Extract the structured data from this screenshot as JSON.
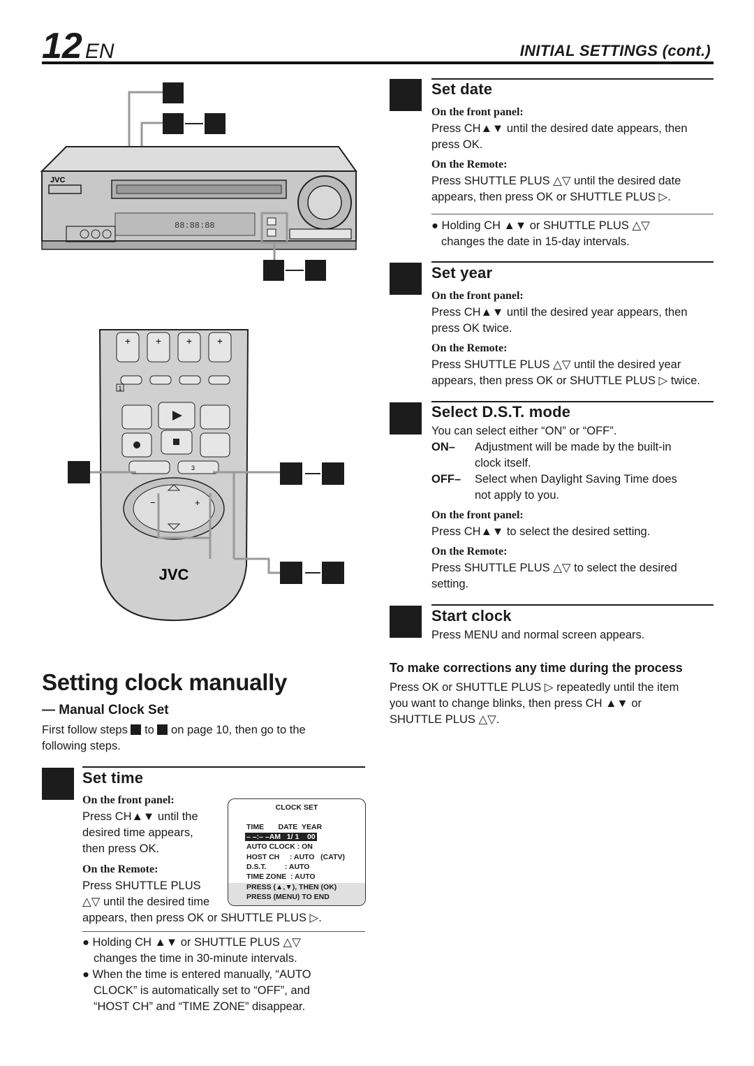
{
  "header": {
    "page_number": "12",
    "lang": "EN",
    "running_title": "INITIAL SETTINGS (cont.)"
  },
  "colors": {
    "ink": "#1a1a1a",
    "device": "#c8c8c8",
    "remote": "#d0d0d0"
  },
  "illustration": {
    "vcr_brand": "JVC",
    "remote_brand": "JVC",
    "remote_marker_1": "1",
    "remote_marker_3": "3"
  },
  "set_date": {
    "title": "Set date",
    "front_label": "On the front panel:",
    "front_text_1": "Press CH▲▼ until the desired date appears, then",
    "front_text_2": "press OK.",
    "remote_label": "On the Remote:",
    "remote_text_1": "Press SHUTTLE PLUS △▽ until the desired date",
    "remote_text_2": "appears, then press OK or SHUTTLE PLUS ▷.",
    "note_1": "● Holding CH ▲▼ or SHUTTLE PLUS △▽",
    "note_2": "changes the date in 15-day intervals."
  },
  "set_year": {
    "title": "Set year",
    "front_label": "On the front panel:",
    "front_text_1": "Press CH▲▼ until the desired year appears, then",
    "front_text_2": "press OK twice.",
    "remote_label": "On the Remote:",
    "remote_text_1": "Press SHUTTLE PLUS △▽ until the desired year",
    "remote_text_2": "appears, then press OK or SHUTTLE PLUS ▷ twice."
  },
  "dst": {
    "title": "Select D.S.T. mode",
    "intro": "You can select either “ON” or “OFF”.",
    "on_key": "ON–",
    "on_text_1": "Adjustment will be made by the built-in",
    "on_text_2": "clock itself.",
    "off_key": "OFF–",
    "off_text_1": "Select when Daylight Saving Time does",
    "off_text_2": "not apply to you.",
    "front_label": "On the front panel:",
    "front_text": "Press CH▲▼ to select the desired setting.",
    "remote_label": "On the Remote:",
    "remote_text_1": "Press SHUTTLE PLUS △▽ to select the desired",
    "remote_text_2": "setting."
  },
  "start_clock": {
    "title": "Start clock",
    "text": "Press MENU and normal screen appears."
  },
  "corrections": {
    "title": "To make corrections any time during the process",
    "text_1": "Press OK or SHUTTLE PLUS ▷ repeatedly until the item",
    "text_2": "you want to change blinks, then press CH ▲▼ or",
    "text_3": "SHUTTLE PLUS △▽."
  },
  "manual": {
    "title": "Setting clock manually",
    "subtitle": "— Manual Clock Set",
    "first_a": "First follow steps",
    "first_b": "to",
    "first_c": "on page 10, then go to the",
    "first_d": "following steps."
  },
  "set_time": {
    "title": "Set time",
    "front_label": "On the front panel:",
    "front_text_1": "Press CH▲▼ until the",
    "front_text_2": "desired time appears,",
    "front_text_3": "then press OK.",
    "remote_label": "On the Remote:",
    "remote_text_1": "Press SHUTTLE PLUS",
    "remote_text_2": "△▽ until the desired time",
    "remote_text_3": "appears, then press OK or SHUTTLE PLUS ▷.",
    "note1_1": "● Holding CH ▲▼ or SHUTTLE PLUS △▽",
    "note1_2": "changes the time in 30-minute intervals.",
    "note2_1": "● When the time is entered manually, “AUTO",
    "note2_2": "CLOCK” is automatically set to “OFF”, and",
    "note2_3": "“HOST CH” and “TIME ZONE” disappear."
  },
  "osd": {
    "title": "CLOCK SET",
    "header_row": "TIME       DATE  YEAR",
    "value_row": "– –:– –AM   1/ 1    00",
    "auto_clock": "AUTO CLOCK : ON",
    "host_ch": "HOST CH     : AUTO   (CATV)",
    "dst": "D.S.T.         : AUTO",
    "time_zone": "TIME ZONE  : AUTO",
    "press1": "PRESS (▲,▼), THEN (OK)",
    "press2": "PRESS (MENU) TO END"
  }
}
